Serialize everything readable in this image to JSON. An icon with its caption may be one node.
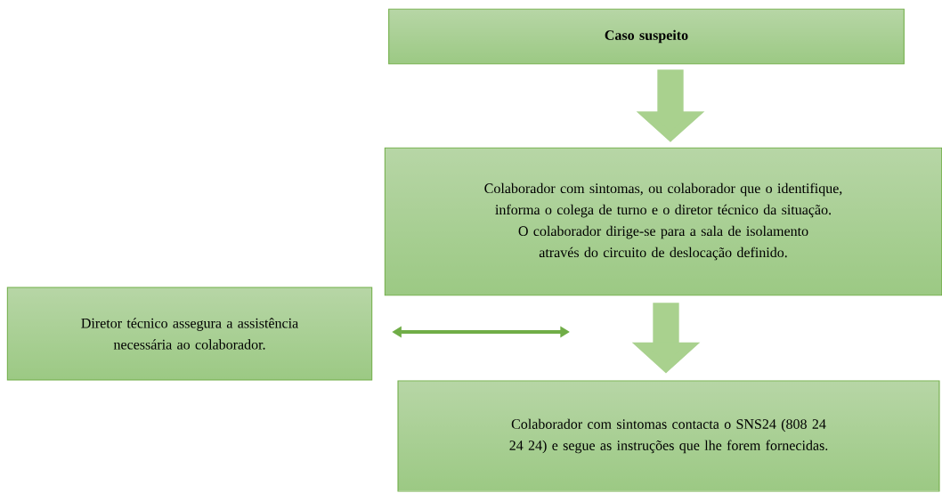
{
  "diagram": {
    "nodes": [
      {
        "text": [
          "Caso suspeito"
        ]
      },
      {
        "text": [
          "Colaborador com sintomas, ou colaborador que o identifique, informa o colega de turno e o diretor técnico da situação.",
          "O colaborador dirige-se para a sala de isolamento através do circuito de deslocação definido."
        ]
      },
      {
        "text": [
          "Diretor técnico assegura a assistência necessária ao colaborador."
        ]
      },
      {
        "text": [
          "Colaborador com sintomas contacta o SNS24 (808 24 24 24) e segue as instruções que lhe forem fornecidas."
        ]
      }
    ],
    "edges": [
      {
        "from": 0,
        "to": 1,
        "arrow": "to"
      },
      {
        "from": 1,
        "to": 3,
        "arrow": "to"
      },
      {
        "from": 2,
        "to": null,
        "arrow": "both",
        "color": "#70ad47"
      }
    ]
  }
}
